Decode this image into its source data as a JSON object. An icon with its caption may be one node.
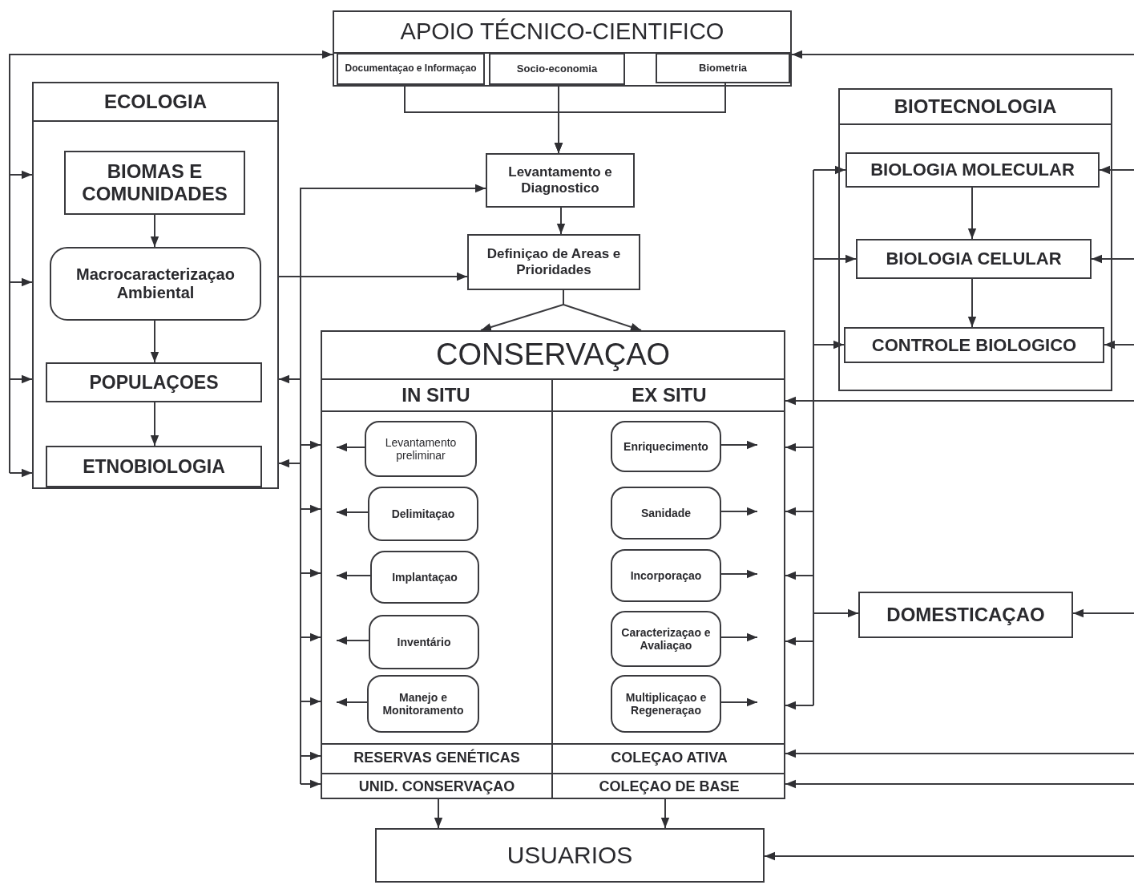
{
  "diagram": {
    "nodes": [
      {
        "text": [
          "APOIO TÉCNICO-CIENTIFICO"
        ]
      },
      {
        "text": [
          "Documentaçao e Informaçao"
        ],
        "in": 0
      },
      {
        "text": [
          "Socio-economia"
        ],
        "in": 0
      },
      {
        "text": [
          "Biometria"
        ],
        "in": 0
      },
      {
        "text": [
          "ECOLOGIA"
        ]
      },
      {
        "text": [
          "BIOMAS E COMUNIDADES"
        ],
        "in": 4
      },
      {
        "text": [
          "Macrocaracterizaçao Ambiental"
        ],
        "in": 4
      },
      {
        "text": [
          "POPULAÇOES"
        ],
        "in": 4
      },
      {
        "text": [
          "ETNOBIOLOGIA"
        ],
        "in": 4
      },
      {
        "text": [
          "Levantamento e Diagnostico"
        ]
      },
      {
        "text": [
          "Definiçao de Areas e Prioridades"
        ]
      },
      {
        "text": [
          "CONSERVAÇAO"
        ]
      },
      {
        "text": [
          "IN SITU"
        ],
        "in": 11
      },
      {
        "text": [
          "Levantamento preliminar"
        ],
        "in": 12
      },
      {
        "text": [
          "Delimitaçao"
        ],
        "in": 12
      },
      {
        "text": [
          "Implantaçao"
        ],
        "in": 12
      },
      {
        "text": [
          "Inventário"
        ],
        "in": 12
      },
      {
        "text": [
          "Manejo e Monitoramento"
        ],
        "in": 12
      },
      {
        "text": [
          "RESERVAS GENÉTICAS"
        ],
        "in": 12
      },
      {
        "text": [
          "UNID. CONSERVAÇAO"
        ],
        "in": 12
      },
      {
        "text": [
          "EX SITU"
        ],
        "in": 11
      },
      {
        "text": [
          "Enriquecimento"
        ],
        "in": 20
      },
      {
        "text": [
          "Sanidade"
        ],
        "in": 20
      },
      {
        "text": [
          "Incorporaçao"
        ],
        "in": 20
      },
      {
        "text": [
          "Caracterizaçao e Avaliaçao"
        ],
        "in": 20
      },
      {
        "text": [
          "Multiplicaçao e Regeneraçao"
        ],
        "in": 20
      },
      {
        "text": [
          "COLEÇAO ATIVA"
        ],
        "in": 20
      },
      {
        "text": [
          "COLEÇAO DE BASE"
        ],
        "in": 20
      },
      {
        "text": [
          "BIOTECNOLOGIA"
        ]
      },
      {
        "text": [
          "BIOLOGIA MOLECULAR"
        ],
        "in": 28
      },
      {
        "text": [
          "BIOLOGIA CELULAR"
        ],
        "in": 28
      },
      {
        "text": [
          "CONTROLE BIOLOGICO"
        ],
        "in": 28
      },
      {
        "text": [
          "DOMESTICAÇAO"
        ]
      },
      {
        "text": [
          "USUARIOS"
        ]
      }
    ],
    "edges": [
      {
        "from": null,
        "to": 0,
        "arrow": "to"
      },
      {
        "from": null,
        "to": 4,
        "arrow": "to"
      },
      {
        "from": null,
        "to": 4,
        "arrow": "to"
      },
      {
        "from": null,
        "to": 4,
        "arrow": "to"
      },
      {
        "from": null,
        "to": 4,
        "arrow": "to"
      },
      {
        "from": 1,
        "to": 9,
        "arrow": "to"
      },
      {
        "from": 2,
        "to": 9,
        "arrow": "to"
      },
      {
        "from": 3,
        "to": 9,
        "arrow": "to"
      },
      {
        "from": 9,
        "to": 10,
        "arrow": "to"
      },
      {
        "from": 10,
        "to": 11,
        "arrow": "to"
      },
      {
        "from": 10,
        "to": 11,
        "arrow": "to"
      },
      {
        "from": 5,
        "to": 6,
        "arrow": "to"
      },
      {
        "from": 6,
        "to": 7,
        "arrow": "to"
      },
      {
        "from": 7,
        "to": 8,
        "arrow": "to"
      },
      {
        "from": null,
        "to": 9,
        "arrow": "to"
      },
      {
        "from": 4,
        "to": 10,
        "arrow": "to"
      },
      {
        "from": null,
        "to": 4,
        "arrow": "to"
      },
      {
        "from": null,
        "to": 4,
        "arrow": "to"
      },
      {
        "from": null,
        "to": 12,
        "arrow": "to"
      },
      {
        "from": null,
        "to": 12,
        "arrow": "to"
      },
      {
        "from": null,
        "to": 12,
        "arrow": "to"
      },
      {
        "from": null,
        "to": 12,
        "arrow": "to"
      },
      {
        "from": null,
        "to": 12,
        "arrow": "to"
      },
      {
        "from": null,
        "to": 18,
        "arrow": "to"
      },
      {
        "from": null,
        "to": 19,
        "arrow": "to"
      },
      {
        "from": 13,
        "to": null,
        "arrow": "to"
      },
      {
        "from": 14,
        "to": null,
        "arrow": "to"
      },
      {
        "from": 15,
        "to": null,
        "arrow": "to"
      },
      {
        "from": 16,
        "to": null,
        "arrow": "to"
      },
      {
        "from": 17,
        "to": null,
        "arrow": "to"
      },
      {
        "from": 21,
        "to": null,
        "arrow": "to"
      },
      {
        "from": 22,
        "to": null,
        "arrow": "to"
      },
      {
        "from": 23,
        "to": null,
        "arrow": "to"
      },
      {
        "from": 24,
        "to": null,
        "arrow": "to"
      },
      {
        "from": 25,
        "to": null,
        "arrow": "to"
      },
      {
        "from": null,
        "to": 20,
        "arrow": "to"
      },
      {
        "from": null,
        "to": 20,
        "arrow": "to"
      },
      {
        "from": null,
        "to": 20,
        "arrow": "to"
      },
      {
        "from": null,
        "to": 20,
        "arrow": "to"
      },
      {
        "from": null,
        "to": 20,
        "arrow": "to"
      },
      {
        "from": null,
        "to": 26,
        "arrow": "to"
      },
      {
        "from": null,
        "to": 27,
        "arrow": "to"
      },
      {
        "from": null,
        "to": 20,
        "arrow": "to"
      },
      {
        "from": null,
        "to": 32,
        "arrow": "to"
      },
      {
        "from": null,
        "to": 29,
        "arrow": "to"
      },
      {
        "from": null,
        "to": 30,
        "arrow": "to"
      },
      {
        "from": null,
        "to": 31,
        "arrow": "to"
      },
      {
        "from": null,
        "to": 32,
        "arrow": "to"
      },
      {
        "from": null,
        "to": 29,
        "arrow": "to"
      },
      {
        "from": null,
        "to": 30,
        "arrow": "to"
      },
      {
        "from": null,
        "to": 31,
        "arrow": "to"
      },
      {
        "from": null,
        "to": 0,
        "arrow": "to"
      },
      {
        "from": 29,
        "to": 30,
        "arrow": "to"
      },
      {
        "from": 30,
        "to": 31,
        "arrow": "to"
      },
      {
        "from": 19,
        "to": 33,
        "arrow": "to"
      },
      {
        "from": 27,
        "to": 33,
        "arrow": "to"
      },
      {
        "from": null,
        "to": 33,
        "arrow": "to"
      }
    ]
  }
}
